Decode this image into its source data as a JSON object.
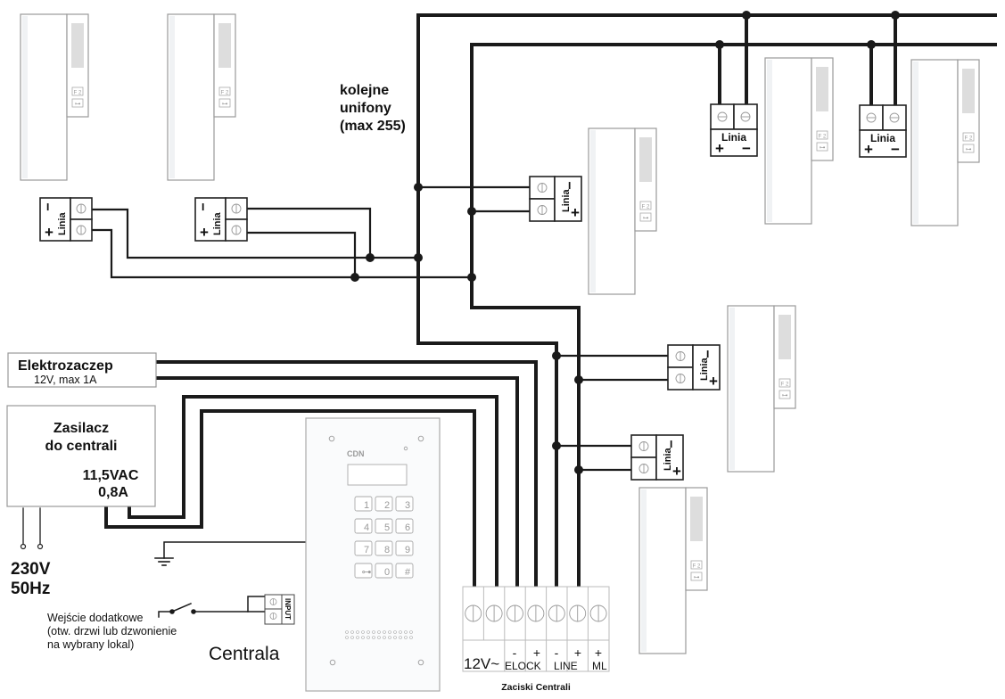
{
  "labels": {
    "kolejne_line1": "kolejne",
    "kolejne_line2": "unifony",
    "kolejne_line3": "(max 255)",
    "elektrozaczep_title": "Elektrozaczep",
    "elektrozaczep_spec": "12V, max 1A",
    "zasilacz_line1": "Zasilacz",
    "zasilacz_line2": "do centrali",
    "zasilacz_voltage": "11,5VAC",
    "zasilacz_current": "0,8A",
    "mains_voltage": "230V",
    "mains_freq": "50Hz",
    "extra_input_line1": "Wejście dodatkowe",
    "extra_input_line2": "(otw. drzwi lub dzwonienie",
    "extra_input_line3": "na wybrany lokal)",
    "centrala": "Centrala",
    "input_terminal": "INPUT",
    "terminals_caption": "Zaciski Centrali"
  },
  "linia_terminal": {
    "label": "Linia",
    "plus": "+",
    "minus": "−"
  },
  "intercom_buttons": {
    "f2": "F 2",
    "key": "⊶"
  },
  "panel": {
    "brand": "CDN",
    "keys": [
      "1",
      "2",
      "3",
      "4",
      "5",
      "6",
      "7",
      "8",
      "9",
      "⊶",
      "0",
      "#"
    ]
  },
  "central_terminals": {
    "signs": [
      "-",
      "+",
      "-",
      "+",
      "+"
    ],
    "groups": [
      "12V~",
      "ELOCK",
      "LINE",
      "ML"
    ]
  }
}
